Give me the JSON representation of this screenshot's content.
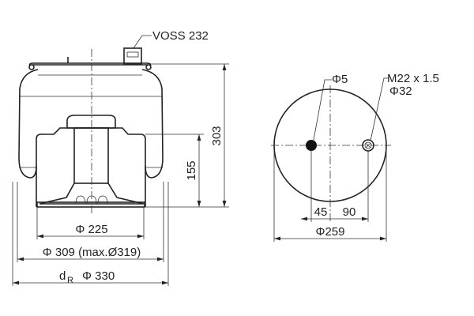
{
  "side_view": {
    "connector_label": "VOSS 232",
    "height_total": "303",
    "height_piston": "155",
    "dia_piston": "Φ 225",
    "dia_bellows": "Φ 309 (max.Ø319)",
    "dia_rolling_prefix": "d",
    "dia_rolling_sub": "R",
    "dia_rolling": "Φ 330"
  },
  "top_view": {
    "pin_dia": "Φ5",
    "thread_label": "M22 x 1.5",
    "thread_dia": "Φ32",
    "offset_left": "45",
    "offset_right": "90",
    "plate_dia": "Φ259"
  }
}
